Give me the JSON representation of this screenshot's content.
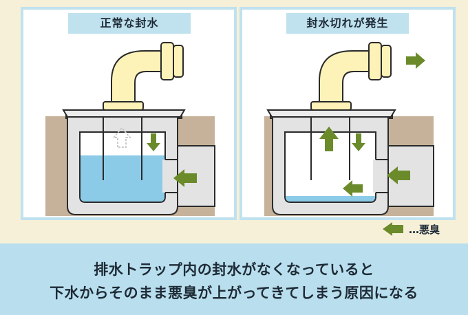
{
  "panels": {
    "left": {
      "title": "正常な封水"
    },
    "right": {
      "title": "封水切れが発生"
    }
  },
  "legend": {
    "label": "…悪臭"
  },
  "caption": {
    "line1": "排水トラップ内の封水がなくなっていると",
    "line2": "下水からそのまま悪臭が上がってきてしまう原因になる"
  },
  "colors": {
    "background": "#f6f0d9",
    "panel_border": "#bfe2ee",
    "soil": "#c6b29a",
    "trap_body": "#e3e3e3",
    "water": "#8ccbe8",
    "pipe": "#fdf3b8",
    "arrow": "#6b8b2b",
    "caption_band": "#b9dfee"
  }
}
